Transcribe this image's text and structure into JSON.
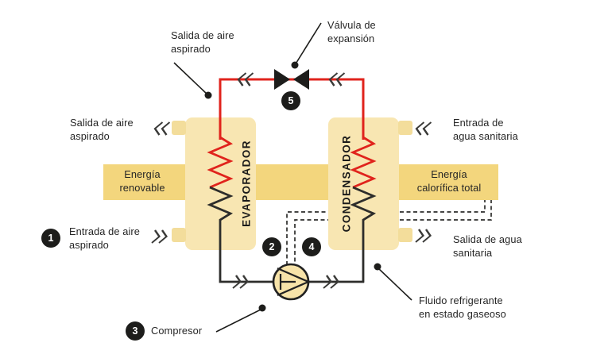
{
  "diagram": {
    "type": "heat-pump-schematic",
    "labels": {
      "valvula_expansion": "Válvula de\nexpansión",
      "salida_aire_top": "Salida de aire\naspirado",
      "salida_aire_left": "Salida de aire\naspirado",
      "entrada_aire": "Entrada de aire\naspirado",
      "energia_renovable": "Energía\nrenovable",
      "energia_calorifica_total": "Energía\ncalorífica total",
      "entrada_agua": "Entrada de\nagua sanitaria",
      "salida_agua": "Salida de agua\nsanitaria",
      "fluido_refrigerante": "Fluido refrigerante\nen estado gaseoso",
      "compresor": "Compresor",
      "evaporador": "EVAPORADOR",
      "condensador": "CONDENSADOR"
    },
    "badges": {
      "paso1": "1",
      "paso2": "2",
      "paso3": "3",
      "paso4": "4",
      "paso5": "5"
    },
    "colors": {
      "background": "#ffffff",
      "exchanger_box": "#f8e6b2",
      "port_tab": "#f3dd9b",
      "energy_band": "#f3d67d",
      "compressor_fill": "#f7e3a9",
      "pipe_hot_red": "#e0231c",
      "pipe_dark": "#2d2d2b",
      "chevron": "#3a3a38",
      "badge_bg": "#1d1d1b",
      "badge_text": "#ffffff",
      "text": "#262626"
    }
  }
}
